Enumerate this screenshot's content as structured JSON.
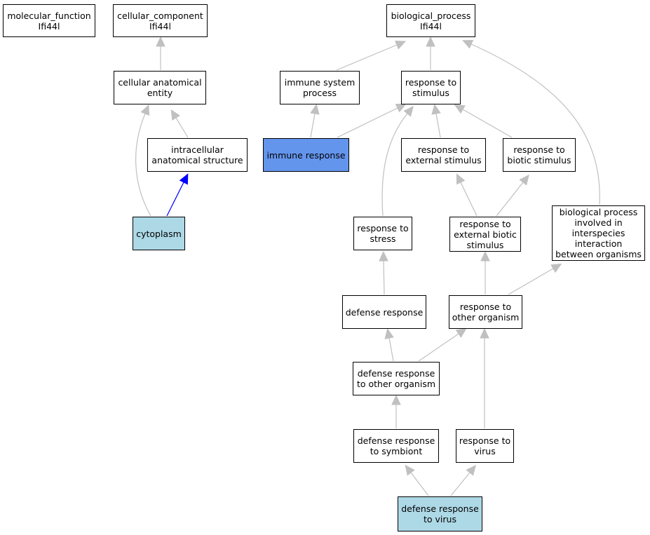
{
  "colors": {
    "edge": "#c0c0c0",
    "edge_highlight": "#0000ff",
    "node_light": "#add8e6",
    "node_blue": "#6495ed"
  },
  "nodes": [
    {
      "id": "molecular_function",
      "label": "molecular_function\nIfi44l",
      "style": "plain"
    },
    {
      "id": "cellular_component",
      "label": "cellular_component\nIfi44l",
      "style": "plain"
    },
    {
      "id": "biological_process",
      "label": "biological_process\nIfi44l",
      "style": "plain"
    },
    {
      "id": "cellular_anatomical_entity",
      "label": "cellular anatomical\nentity",
      "style": "plain"
    },
    {
      "id": "immune_system_process",
      "label": "immune system\nprocess",
      "style": "plain"
    },
    {
      "id": "response_to_stimulus",
      "label": "response to\nstimulus",
      "style": "plain"
    },
    {
      "id": "intracellular_anatomical_structure",
      "label": "intracellular\nanatomical structure",
      "style": "plain"
    },
    {
      "id": "immune_response",
      "label": "immune response",
      "style": "blue"
    },
    {
      "id": "response_to_external_stimulus",
      "label": "response to\nexternal stimulus",
      "style": "plain"
    },
    {
      "id": "response_to_biotic_stimulus",
      "label": "response to\nbiotic stimulus",
      "style": "plain"
    },
    {
      "id": "cytoplasm",
      "label": "cytoplasm",
      "style": "light"
    },
    {
      "id": "response_to_stress",
      "label": "response to\nstress",
      "style": "plain"
    },
    {
      "id": "response_to_external_biotic_stimulus",
      "label": "response to\nexternal biotic\nstimulus",
      "style": "plain"
    },
    {
      "id": "bp_interspecies",
      "label": "biological process\ninvolved in\ninterspecies\ninteraction\nbetween organisms",
      "style": "plain"
    },
    {
      "id": "defense_response",
      "label": "defense response",
      "style": "plain"
    },
    {
      "id": "response_to_other_organism",
      "label": "response to\nother organism",
      "style": "plain"
    },
    {
      "id": "defense_response_to_other_organism",
      "label": "defense response\nto other organism",
      "style": "plain"
    },
    {
      "id": "defense_response_to_symbiont",
      "label": "defense response\nto symbiont",
      "style": "plain"
    },
    {
      "id": "response_to_virus",
      "label": "response to\nvirus",
      "style": "plain"
    },
    {
      "id": "defense_response_to_virus",
      "label": "defense response\nto virus",
      "style": "light"
    }
  ],
  "edges": [
    {
      "from": "cellular_anatomical_entity",
      "to": "cellular_component"
    },
    {
      "from": "intracellular_anatomical_structure",
      "to": "cellular_anatomical_entity"
    },
    {
      "from": "cytoplasm",
      "to": "cellular_anatomical_entity"
    },
    {
      "from": "cytoplasm",
      "to": "intracellular_anatomical_structure",
      "highlight": true
    },
    {
      "from": "immune_system_process",
      "to": "biological_process"
    },
    {
      "from": "response_to_stimulus",
      "to": "biological_process"
    },
    {
      "from": "bp_interspecies",
      "to": "biological_process"
    },
    {
      "from": "immune_response",
      "to": "immune_system_process"
    },
    {
      "from": "immune_response",
      "to": "response_to_stimulus"
    },
    {
      "from": "response_to_external_stimulus",
      "to": "response_to_stimulus"
    },
    {
      "from": "response_to_biotic_stimulus",
      "to": "response_to_stimulus"
    },
    {
      "from": "response_to_stress",
      "to": "response_to_stimulus"
    },
    {
      "from": "response_to_external_biotic_stimulus",
      "to": "response_to_external_stimulus"
    },
    {
      "from": "response_to_external_biotic_stimulus",
      "to": "response_to_biotic_stimulus"
    },
    {
      "from": "defense_response",
      "to": "response_to_stress"
    },
    {
      "from": "response_to_other_organism",
      "to": "response_to_external_biotic_stimulus"
    },
    {
      "from": "response_to_other_organism",
      "to": "bp_interspecies"
    },
    {
      "from": "defense_response_to_other_organism",
      "to": "defense_response"
    },
    {
      "from": "defense_response_to_other_organism",
      "to": "response_to_other_organism"
    },
    {
      "from": "defense_response_to_symbiont",
      "to": "defense_response_to_other_organism"
    },
    {
      "from": "response_to_virus",
      "to": "response_to_other_organism"
    },
    {
      "from": "defense_response_to_virus",
      "to": "defense_response_to_symbiont"
    },
    {
      "from": "defense_response_to_virus",
      "to": "response_to_virus"
    }
  ]
}
